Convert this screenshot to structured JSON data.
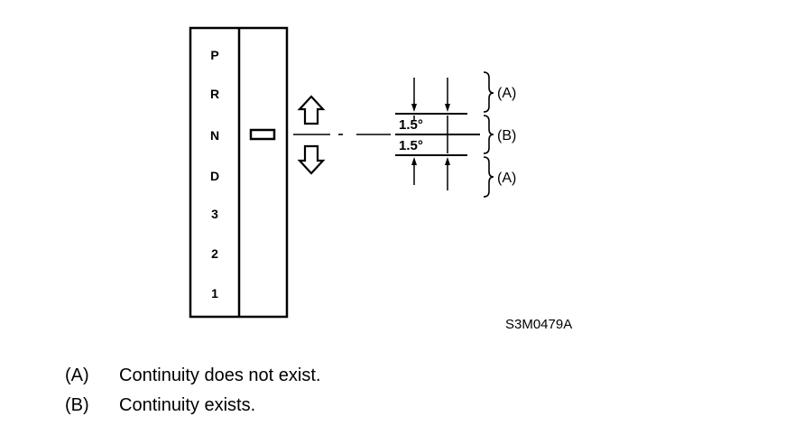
{
  "gear_positions": [
    "P",
    "R",
    "N",
    "D",
    "3",
    "2",
    "1"
  ],
  "angle_upper": "1.5°",
  "angle_lower": "1.5°",
  "bracket_labels": {
    "top": "(A)",
    "middle": "(B)",
    "bottom": "(A)"
  },
  "figure_code": "S3M0479A",
  "legend": [
    {
      "key": "(A)",
      "text": "Continuity does not exist."
    },
    {
      "key": "(B)",
      "text": "Continuity exists."
    }
  ]
}
